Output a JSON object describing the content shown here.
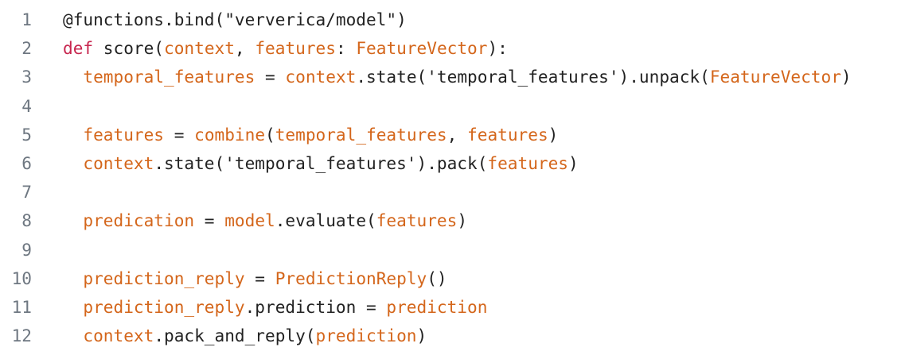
{
  "code": {
    "colors": {
      "line_number": "#6e7781",
      "default": "#222222",
      "keyword": "#c7254e",
      "variable": "#d4661b",
      "string": "#222222"
    },
    "lines": [
      {
        "number": "1",
        "indent": "",
        "tokens": [
          {
            "text": "@functions.bind(\"ververica/model\")",
            "kind": "default"
          }
        ]
      },
      {
        "number": "2",
        "indent": "",
        "tokens": [
          {
            "text": "def",
            "kind": "keyword"
          },
          {
            "text": " score(",
            "kind": "default"
          },
          {
            "text": "context",
            "kind": "variable"
          },
          {
            "text": ", ",
            "kind": "default"
          },
          {
            "text": "features",
            "kind": "variable"
          },
          {
            "text": ": ",
            "kind": "default"
          },
          {
            "text": "FeatureVector",
            "kind": "variable"
          },
          {
            "text": "):",
            "kind": "default"
          }
        ]
      },
      {
        "number": "3",
        "indent": "  ",
        "tokens": [
          {
            "text": "temporal_features",
            "kind": "variable"
          },
          {
            "text": " = ",
            "kind": "default"
          },
          {
            "text": "context",
            "kind": "variable"
          },
          {
            "text": ".state('temporal_features').unpack(",
            "kind": "default"
          },
          {
            "text": "FeatureVector",
            "kind": "variable"
          },
          {
            "text": ")",
            "kind": "default"
          }
        ]
      },
      {
        "number": "4",
        "indent": "",
        "tokens": []
      },
      {
        "number": "5",
        "indent": "  ",
        "tokens": [
          {
            "text": "features",
            "kind": "variable"
          },
          {
            "text": " = ",
            "kind": "default"
          },
          {
            "text": "combine",
            "kind": "variable"
          },
          {
            "text": "(",
            "kind": "default"
          },
          {
            "text": "temporal_features",
            "kind": "variable"
          },
          {
            "text": ", ",
            "kind": "default"
          },
          {
            "text": "features",
            "kind": "variable"
          },
          {
            "text": ")",
            "kind": "default"
          }
        ]
      },
      {
        "number": "6",
        "indent": "  ",
        "tokens": [
          {
            "text": "context",
            "kind": "variable"
          },
          {
            "text": ".state('temporal_features').pack(",
            "kind": "default"
          },
          {
            "text": "features",
            "kind": "variable"
          },
          {
            "text": ")",
            "kind": "default"
          }
        ]
      },
      {
        "number": "7",
        "indent": "",
        "tokens": []
      },
      {
        "number": "8",
        "indent": "  ",
        "tokens": [
          {
            "text": "predication",
            "kind": "variable"
          },
          {
            "text": " = ",
            "kind": "default"
          },
          {
            "text": "model",
            "kind": "variable"
          },
          {
            "text": ".evaluate(",
            "kind": "default"
          },
          {
            "text": "features",
            "kind": "variable"
          },
          {
            "text": ")",
            "kind": "default"
          }
        ]
      },
      {
        "number": "9",
        "indent": "",
        "tokens": []
      },
      {
        "number": "10",
        "indent": "  ",
        "tokens": [
          {
            "text": "prediction_reply",
            "kind": "variable"
          },
          {
            "text": " = ",
            "kind": "default"
          },
          {
            "text": "PredictionReply",
            "kind": "variable"
          },
          {
            "text": "()",
            "kind": "default"
          }
        ]
      },
      {
        "number": "11",
        "indent": "  ",
        "tokens": [
          {
            "text": "prediction_reply",
            "kind": "variable"
          },
          {
            "text": ".prediction = ",
            "kind": "default"
          },
          {
            "text": "prediction",
            "kind": "variable"
          }
        ]
      },
      {
        "number": "12",
        "indent": "  ",
        "tokens": [
          {
            "text": "context",
            "kind": "variable"
          },
          {
            "text": ".pack_and_reply(",
            "kind": "default"
          },
          {
            "text": "prediction",
            "kind": "variable"
          },
          {
            "text": ")",
            "kind": "default"
          }
        ]
      }
    ]
  }
}
